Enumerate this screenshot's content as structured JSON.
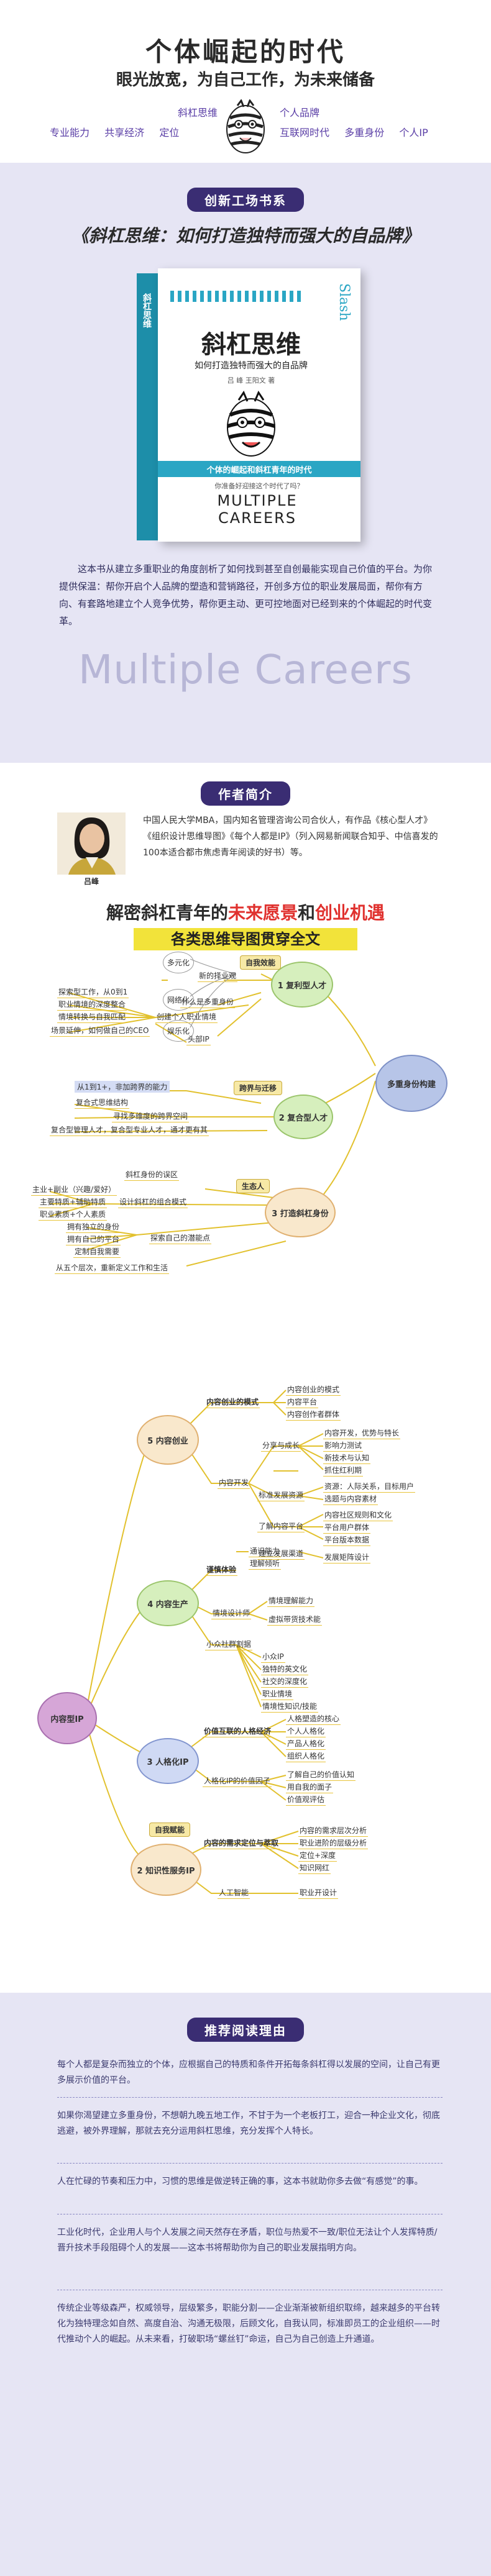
{
  "header": {
    "title": "个体崛起的时代",
    "subtitle": "眼光放宽，为自己工作，为未来储备",
    "tags_left_top": "斜杠思维",
    "tags_right_top": "个人品牌",
    "tags_left": [
      "专业能力",
      "共享经济",
      "定位"
    ],
    "tags_right": [
      "互联网时代",
      "多重身份",
      "个人IP"
    ]
  },
  "book": {
    "series": "创新工场书系",
    "title": "《斜杠思维：如何打造独特而强大的自品牌》",
    "cover_title": "斜杠思维",
    "cover_subtitle": "如何打造独特而强大的自品牌",
    "cover_authors": "吕 峰  王阳文  著",
    "cover_slash": "Slash",
    "cover_en": "MULTIPLE CAREERS",
    "cover_tagline": "个体的崛起和斜杠青年的时代",
    "cover_side": "斜杠思维",
    "cover_qa": "你准备好迎接这个时代了吗？",
    "description": "这本书从建立多重职业的角度剖析了如何找到甚至自创最能实现自己价值的平台。为你提供保温：帮你开启个人品牌的塑造和营销路径，开创多方位的职业发展局面，帮你有方向、有套路地建立个人竞争优势，帮你更主动、更可控地面对已经到来的个体崛起的时代变革。",
    "watermark": "Multiple Careers"
  },
  "author": {
    "heading": "作者简介",
    "name": "吕峰",
    "bio": "中国人民大学MBA，国内知名管理咨询公司合伙人，有作品《核心型人才》《组织设计思维导图》《每个人都是IP》（列入网易新闻联合知乎、中信喜发的100本适合都市焦虑青年阅读的好书）等。"
  },
  "mindmap1": {
    "heading_pre": "解密斜杠青年的",
    "heading_hl1": "未来愿景",
    "heading_mid": "和",
    "heading_hl2": "创业机遇",
    "banner": "各类思维导图贯穿全文",
    "center": "多重身份构建",
    "b1": "1 复利型人才",
    "b2": "2 复合型人才",
    "b3": "3 打造斜杠身份",
    "t1": "自我效能",
    "t2": "跨界与迁移",
    "t3": "生态人",
    "n_duo": "多元化",
    "n_wang": "网络化",
    "n_yu": "娱乐化",
    "n_xin": "新的择业观",
    "n_shen": "什么是多重身份",
    "n_tan": "探索型工作，从0到1",
    "n_zhi": "职业情境的深度整合",
    "n_qing": "情境转换与自我匹配",
    "n_chang": "场景延伸，如何做自己的CEO",
    "n_chuang": "创建个人职业情境",
    "n_tou": "头部IP",
    "n_cong": "从1到1+，非加跨界的能力",
    "n_fu": "复合式思维结构",
    "n_xun": "寻找多维度的跨界空间",
    "n_fu2": "复合型管理人才，复合型专业人才，通才更有其",
    "n_xie": "斜杠身份的误区",
    "n_zhu": "主业+副业（兴趣/爱好）",
    "n_zhuyao": "主要特质+辅助特质",
    "n_zhiye": "职业素质+个人素质",
    "n_she": "设计斜杠的组合模式",
    "n_yong": "拥有独立的身份",
    "n_you": "拥有自己的平台",
    "n_ding": "定制自我需要",
    "n_ts": "探索自己的潜能点",
    "n_cong2": "从五个层次，重新定义工作和生活"
  },
  "mindmap2": {
    "center": "内容型IP",
    "b5": "5 内容创业",
    "b4": "4 内容生产",
    "b3": "3 人格化IP",
    "b2": "2 知识性服务IP",
    "t_zi": "自我赋能",
    "a_moshi": "内容创业的模式",
    "a_kaifa": "内容开发",
    "a_n1": "内容创业的模式",
    "a_n2": "内容平台",
    "a_n3": "内容创作者群体",
    "a_fen": "分享与成长",
    "a_n4": "内容开发，优势与特长",
    "a_n5": "影响力测试",
    "a_n6": "新技术与认知",
    "a_n7": "抓住红利期",
    "a_biao": "标准发展资源",
    "a_n8": "资源：人际关系，目标用户",
    "a_n9": "选题与内容素材",
    "a_liao": "了解内容平台",
    "a_n10": "内容社区规则和文化",
    "a_n11": "平台用户群体",
    "a_n12": "平台版本数据",
    "a_jian": "建立发展渠道",
    "a_n13": "发展矩阵设计",
    "b_jiang": "谨慎体验",
    "b_qing": "情境设计师",
    "b_xiao": "小众社群割据",
    "b_n1": "理解倾听",
    "b_n2": "情境理解能力",
    "b_n3": "虚拟带货技术能",
    "b_ip": "小众IP",
    "b_n4": "独特的英文化",
    "b_n5": "社交的深度化",
    "b_n6": "职业情境",
    "b_n7": "情境性知识/技能",
    "b_n0": "通识能力",
    "c_jia": "价值互联的人格经济",
    "c_ren": "人格化IP的价值因子",
    "c_n1": "人格塑造的核心",
    "c_n2": "个人人格化",
    "c_n3": "产品人格化",
    "c_n4": "组织人格化",
    "c_n5": "了解自己的价值认知",
    "c_n6": "用自我的面子",
    "c_n7": "价值观评估",
    "d_zhi": "内容的需求定位与萃取",
    "d_ren": "人工智能",
    "d_n1": "内容的需求层次分析",
    "d_n2": "职业进阶的层级分析",
    "d_n3": "定位+深度",
    "d_n4": "知识网红",
    "d_n5": "职业开设计"
  },
  "reasons": {
    "heading": "推荐阅读理由",
    "p1": "每个人都是复杂而独立的个体，应根据自己的特质和条件开拓每条斜杠得以发展的空间，让自己有更多展示价值的平台。",
    "p2": "如果你渴望建立多重身份，不想朝九晚五地工作，不甘于为一个老板打工，迎合一种企业文化，彻底逃避，被外界理解，那就去充分运用斜杠思维，充分发挥个人特长。",
    "p3": "人在忙碌的节奏和压力中，习惯的思维是做逆转正确的事，这本书就助你多去做“有感觉”的事。",
    "p4": "工业化时代，企业用人与个人发展之间天然存在矛盾，职位与热爱不一致/职位无法让个人发挥特质/晋升技术手段阻碍个人的发展——这本书将帮助你为自己的职业发展指明方向。",
    "p5": "传统企业等级森严，权威领导，层级繁多，职能分割——企业渐渐被新组织取缔，越来越多的平台转化为独特理念如自然、高度自治、沟通无极限，后顾文化，自我认同，标准即员工的企业组织——时代推动个人的崛起。从未来看，打破职场“螺丝钉”命运，自己为自己创造上升通道。"
  },
  "colors": {
    "purple": "#3a2d73",
    "teal": "#2aa6c4",
    "gold": "#e8c43a",
    "lavender": "#d8d7f0"
  }
}
